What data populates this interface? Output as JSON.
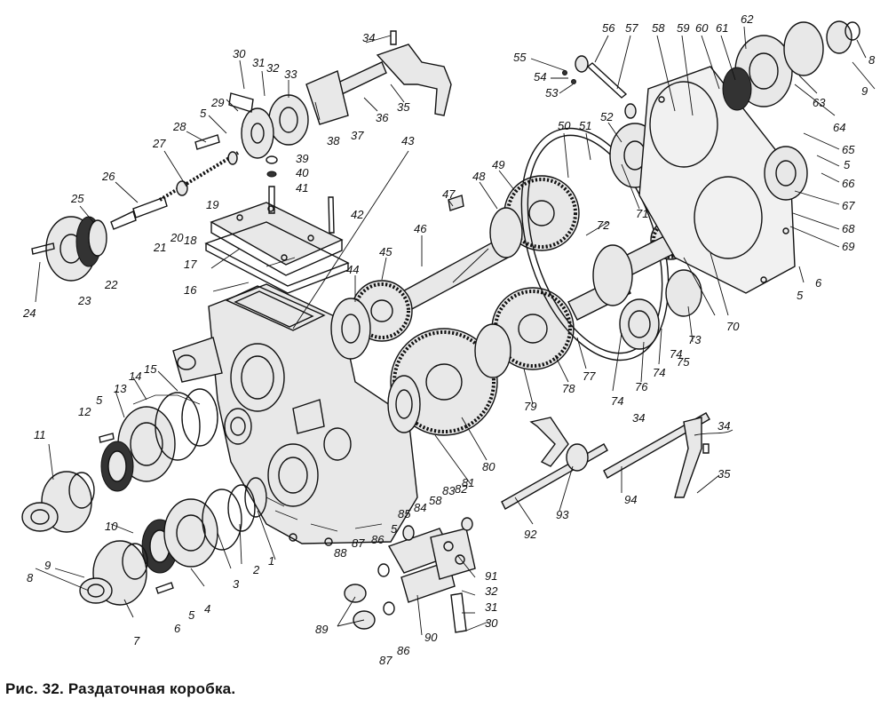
{
  "caption": "Рис. 32. Раздаточная коробка.",
  "labels": {
    "l1": "1",
    "l2": "2",
    "l3": "3",
    "l4": "4",
    "l5a": "5",
    "l5b": "5",
    "l5c": "5",
    "l5d": "5",
    "l5e": "5",
    "l5f": "5",
    "l6a": "6",
    "l6b": "6",
    "l7": "7",
    "l8a": "8",
    "l8b": "8",
    "l9a": "9",
    "l9b": "9",
    "l10": "10",
    "l11": "11",
    "l12": "12",
    "l13": "13",
    "l14": "14",
    "l15": "15",
    "l16": "16",
    "l17": "17",
    "l18": "18",
    "l19": "19",
    "l20": "20",
    "l21": "21",
    "l22": "22",
    "l23": "23",
    "l24": "24",
    "l25": "25",
    "l26": "26",
    "l27": "27",
    "l28": "28",
    "l29": "29",
    "l30a": "30",
    "l30b": "30",
    "l31a": "31",
    "l31b": "31",
    "l32a": "32",
    "l32b": "32",
    "l33": "33",
    "l34a": "34",
    "l34b": "34",
    "l34c": "34",
    "l35a": "35",
    "l35b": "35",
    "l36": "36",
    "l37": "37",
    "l38": "38",
    "l39": "39",
    "l40": "40",
    "l41": "41",
    "l42": "42",
    "l43": "43",
    "l44": "44",
    "l45": "45",
    "l46": "46",
    "l47": "47",
    "l48": "48",
    "l49": "49",
    "l50": "50",
    "l51": "51",
    "l52": "52",
    "l53": "53",
    "l54": "54",
    "l55": "55",
    "l56": "56",
    "l57": "57",
    "l58a": "58",
    "l58b": "58",
    "l59": "59",
    "l60": "60",
    "l61": "61",
    "l62": "62",
    "l63": "63",
    "l64": "64",
    "l65": "65",
    "l66": "66",
    "l67": "67",
    "l68": "68",
    "l69": "69",
    "l70": "70",
    "l71": "71",
    "l72": "72",
    "l73": "73",
    "l74a": "74",
    "l74b": "74",
    "l74c": "74",
    "l75": "75",
    "l76": "76",
    "l77": "77",
    "l78": "78",
    "l79": "79",
    "l80": "80",
    "l81": "81",
    "l82": "82",
    "l83": "83",
    "l84": "84",
    "l85": "85",
    "l86a": "86",
    "l86b": "86",
    "l87a": "87",
    "l87b": "87",
    "l88": "88",
    "l89": "89",
    "l90": "90",
    "l91": "91",
    "l92": "92",
    "l93": "93",
    "l94": "94"
  }
}
